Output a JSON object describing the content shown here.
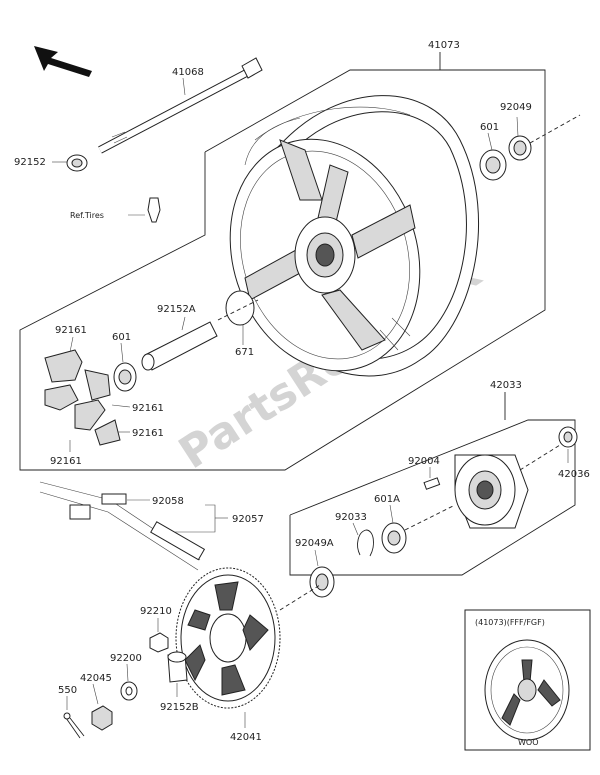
{
  "callouts": {
    "p41073": "41073",
    "p41068": "41068",
    "p92049": "92049",
    "p601_top": "601",
    "p92152": "92152",
    "ref_tires": "Ref.Tires",
    "p92152A": "92152A",
    "p92161_a": "92161",
    "p601_mid": "601",
    "p671": "671",
    "p92161_b": "92161",
    "p92161_c": "92161",
    "p92161_d": "92161",
    "p42033": "42033",
    "p92004": "92004",
    "p42036": "42036",
    "p92058": "92058",
    "p92057": "92057",
    "p92033": "92033",
    "p601A": "601A",
    "p92049A": "92049A",
    "p92210": "92210",
    "p92200": "92200",
    "p42045": "42045",
    "p550": "550",
    "p92152B": "92152B",
    "p42041": "42041"
  },
  "inset": {
    "header": "(41073)(FFF/FGF)",
    "footer": "WOO"
  },
  "watermark": "PartsRepublik"
}
